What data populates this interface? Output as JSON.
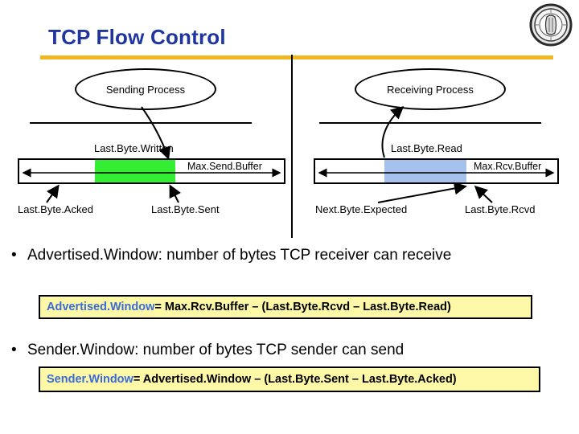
{
  "slide": {
    "title": "TCP Flow Control",
    "title_color": "#1F35A0",
    "rule_color": "#EFB822",
    "logo_icon": "university-seal-icon"
  },
  "sender_side": {
    "process_label": "Sending Process",
    "buffer": {
      "max_label": "Max.Send.Buffer",
      "fill_color": "#33EE33",
      "pointers": {
        "written": "Last.Byte.Written",
        "acked": "Last.Byte.Acked",
        "sent": "Last.Byte.Sent"
      }
    }
  },
  "receiver_side": {
    "process_label": "Receiving Process",
    "buffer": {
      "max_label": "Max.Rcv.Buffer",
      "fill_color": "#A6C1EC",
      "pointers": {
        "read": "Last.Byte.Read",
        "expected": "Next.Byte.Expected",
        "rcvd": "Last.Byte.Rcvd"
      }
    }
  },
  "bullets": [
    {
      "marker": "•",
      "text": "Advertised.Window: number of bytes TCP receiver can receive",
      "formula": {
        "accent_term": "Advertised.Window",
        "rest": " = Max.Rcv.Buffer – (Last.Byte.Rcvd – Last.Byte.Read)",
        "accent_color": "#3A6BD6",
        "background": "#FDF7A8"
      }
    },
    {
      "marker": "•",
      "text": "Sender.Window: number of bytes TCP sender can send",
      "formula": {
        "accent_term": "Sender.Window",
        "rest": " = Advertised.Window – (Last.Byte.Sent – Last.Byte.Acked)",
        "accent_color": "#3A6BD6",
        "background": "#FDF7A8"
      }
    }
  ]
}
